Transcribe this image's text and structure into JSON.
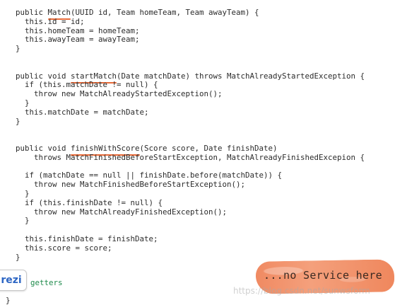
{
  "code": {
    "lines": [
      "public Match(UUID id, Team homeTeam, Team awayTeam) {",
      "  this.id = id;",
      "  this.homeTeam = homeTeam;",
      "  this.awayTeam = awayTeam;",
      "}",
      "",
      "",
      "public void startMatch(Date matchDate) throws MatchAlreadyStartedException {",
      "  if (this.matchDate != null) {",
      "    throw new MatchAlreadyStartedException();",
      "  }",
      "  this.matchDate = matchDate;",
      "}",
      "",
      "",
      "public void finishWithScore(Score score, Date finishDate)",
      "    throws MatchFinishedBeforeStartException, MatchAlreadyFinishedExcepion {",
      "",
      "  if (matchDate == null || finishDate.before(matchDate)) {",
      "    throw new MatchFinishedBeforeStartException();",
      "  }",
      "  if (this.finishDate != null) {",
      "    throw new MatchAlreadyFinishedException();",
      "  }",
      "",
      "  this.finishDate = finishDate;",
      "  this.score = score;",
      "}"
    ],
    "underlined": {
      "0": "Match",
      "7": "startMatch",
      "15": "finishWithScore"
    },
    "closing_brace": "}"
  },
  "overlay": {
    "rezi_label": "rezi",
    "getters_label": "getters",
    "brush_text": "...no Service here",
    "brush_color": "#f08a62"
  },
  "watermark": "https://blog.csdn.net/sunwsform"
}
